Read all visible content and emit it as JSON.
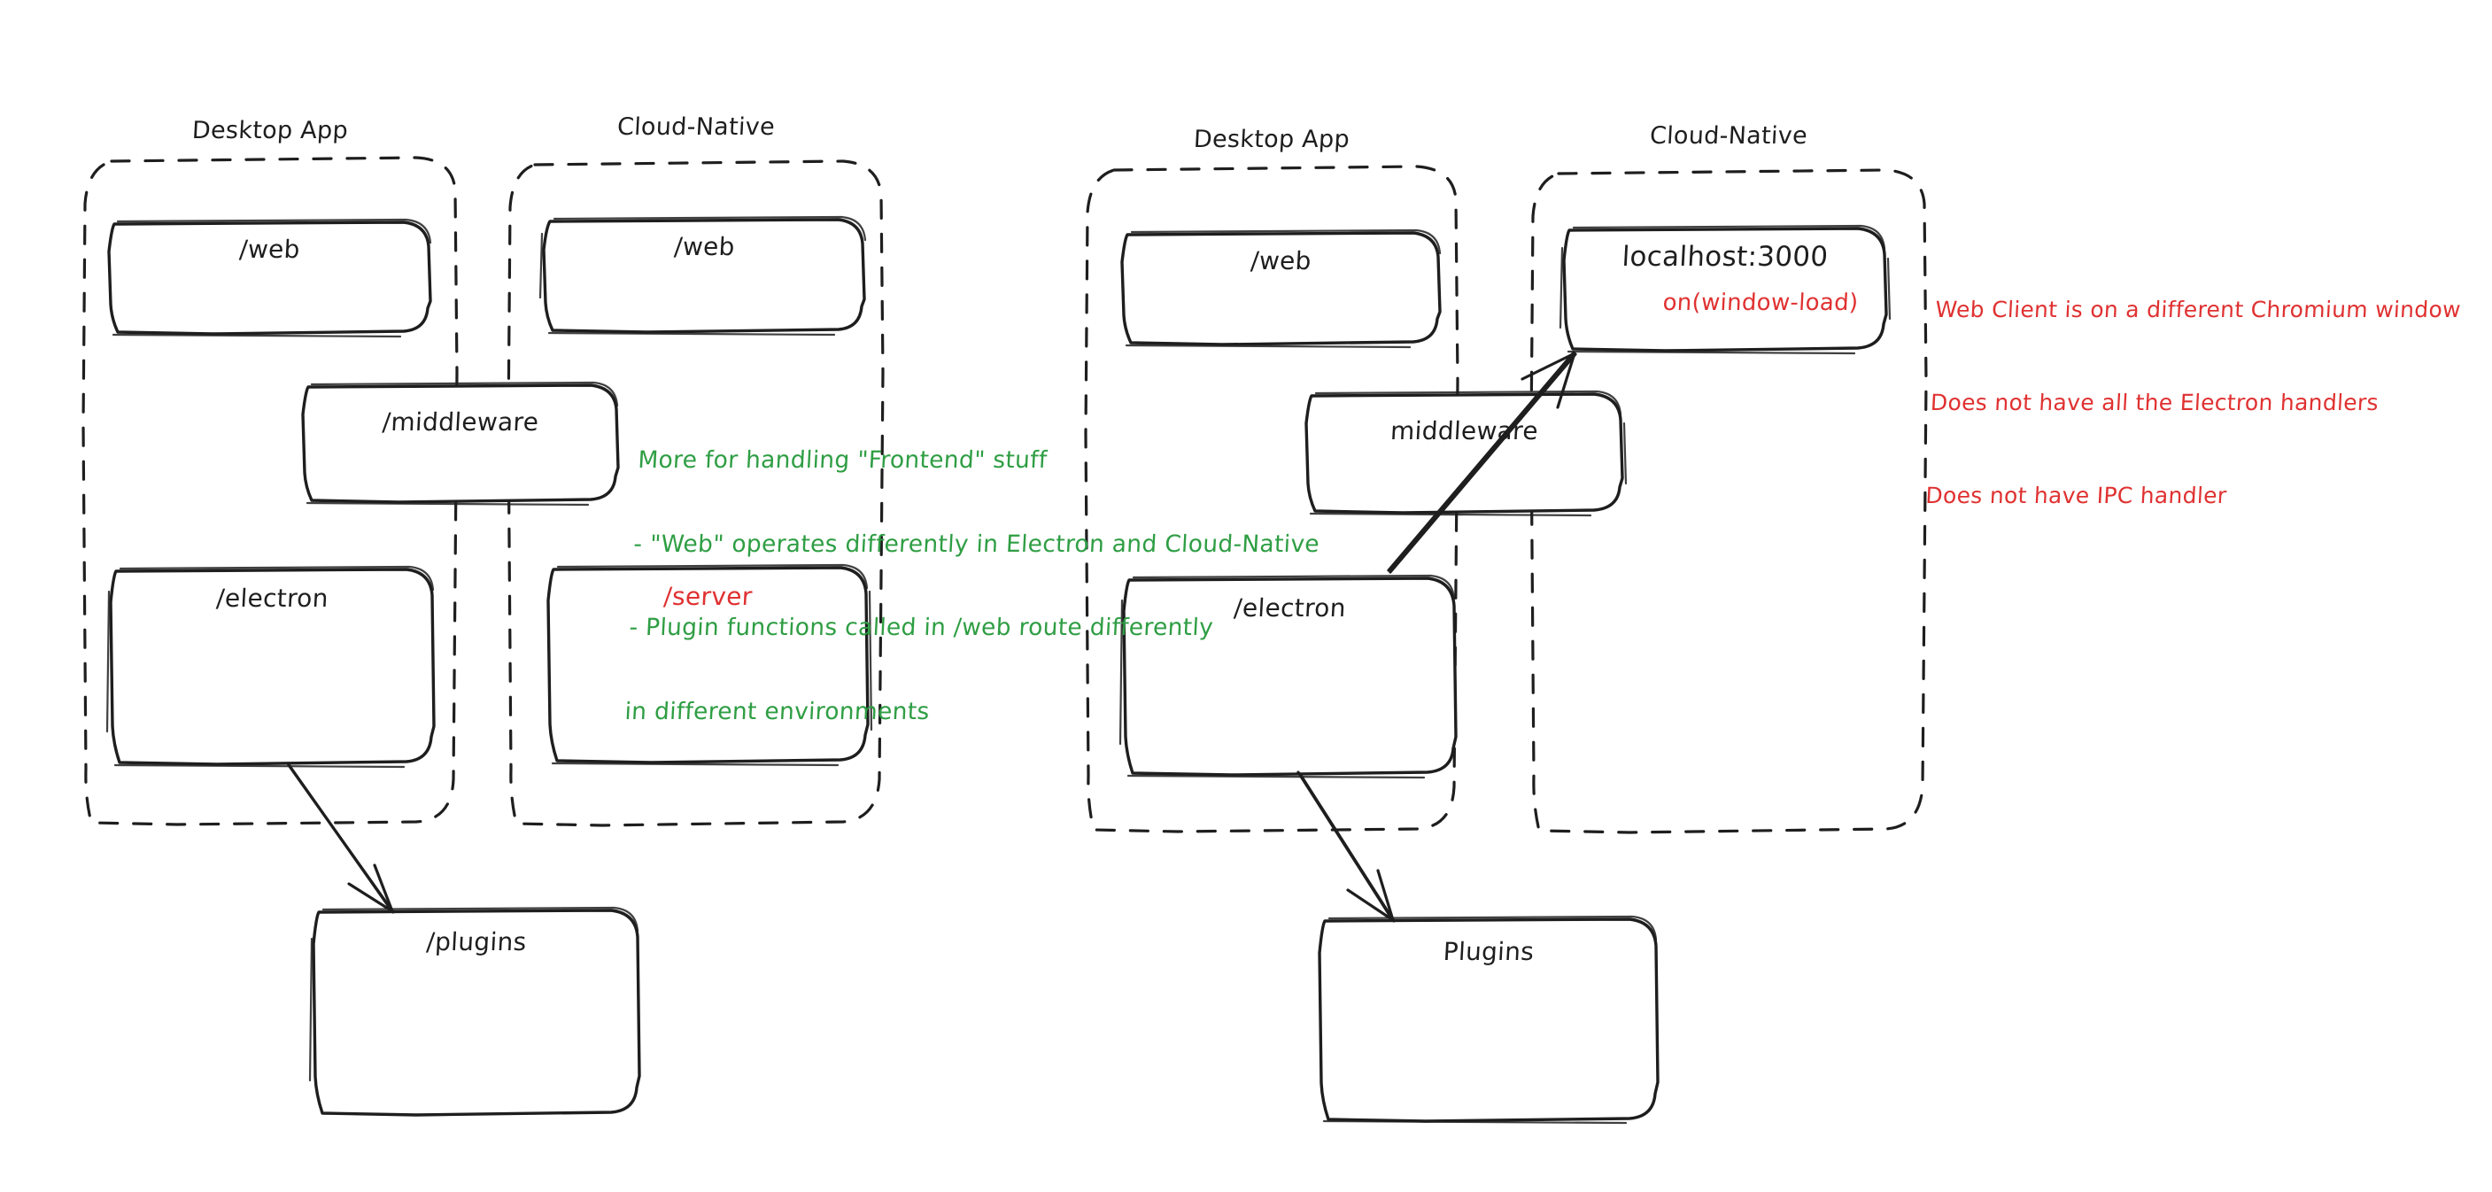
{
  "diagram": {
    "title": "Electron Desktop App vs Cloud-Native architecture comparison",
    "colors": {
      "ink": "#1e1e1e",
      "red": "#e03131",
      "green": "#2f9e44",
      "background": "#ffffff"
    }
  },
  "left_diagram": {
    "groups": [
      {
        "id": "left-desktop",
        "title": "Desktop App"
      },
      {
        "id": "left-cloud",
        "title": "Cloud-Native"
      }
    ],
    "boxes": [
      {
        "id": "left-desktop-web",
        "label": "/web",
        "color": "ink"
      },
      {
        "id": "left-cloud-web",
        "label": "/web",
        "color": "ink"
      },
      {
        "id": "left-middleware",
        "label": "/middleware",
        "color": "ink"
      },
      {
        "id": "left-electron",
        "label": "/electron",
        "color": "ink"
      },
      {
        "id": "left-server",
        "label": "/server",
        "color": "red"
      },
      {
        "id": "left-plugins",
        "label": "/plugins",
        "color": "ink"
      }
    ],
    "arrows": [
      {
        "id": "left-electron-to-plugins",
        "from": "left-electron",
        "to": "left-plugins"
      }
    ],
    "note_green": {
      "lines": [
        "More for handling \"Frontend\" stuff",
        "- \"Web\" operates differently in Electron and Cloud-Native",
        "- Plugin functions called in /web route differently",
        "in different environments"
      ]
    }
  },
  "right_diagram": {
    "groups": [
      {
        "id": "right-desktop",
        "title": "Desktop App"
      },
      {
        "id": "right-cloud",
        "title": "Cloud-Native"
      }
    ],
    "boxes": [
      {
        "id": "right-desktop-web",
        "label": "/web",
        "color": "ink"
      },
      {
        "id": "right-localhost",
        "label": "localhost:3000",
        "sublabel": "on(window-load)",
        "color": "ink",
        "sublabel_color": "red"
      },
      {
        "id": "right-middleware",
        "label": "middleware",
        "color": "ink"
      },
      {
        "id": "right-electron",
        "label": "/electron",
        "color": "ink"
      },
      {
        "id": "right-plugins",
        "label": "Plugins",
        "color": "ink"
      }
    ],
    "arrows": [
      {
        "id": "right-electron-to-localhost",
        "from": "right-electron",
        "to": "right-localhost"
      },
      {
        "id": "right-electron-to-plugins",
        "from": "right-electron",
        "to": "right-plugins"
      }
    ],
    "note_red": {
      "lines": [
        "Web Client is on a different Chromium window",
        "Does not have all the Electron handlers",
        "Does not have IPC handler"
      ]
    }
  }
}
